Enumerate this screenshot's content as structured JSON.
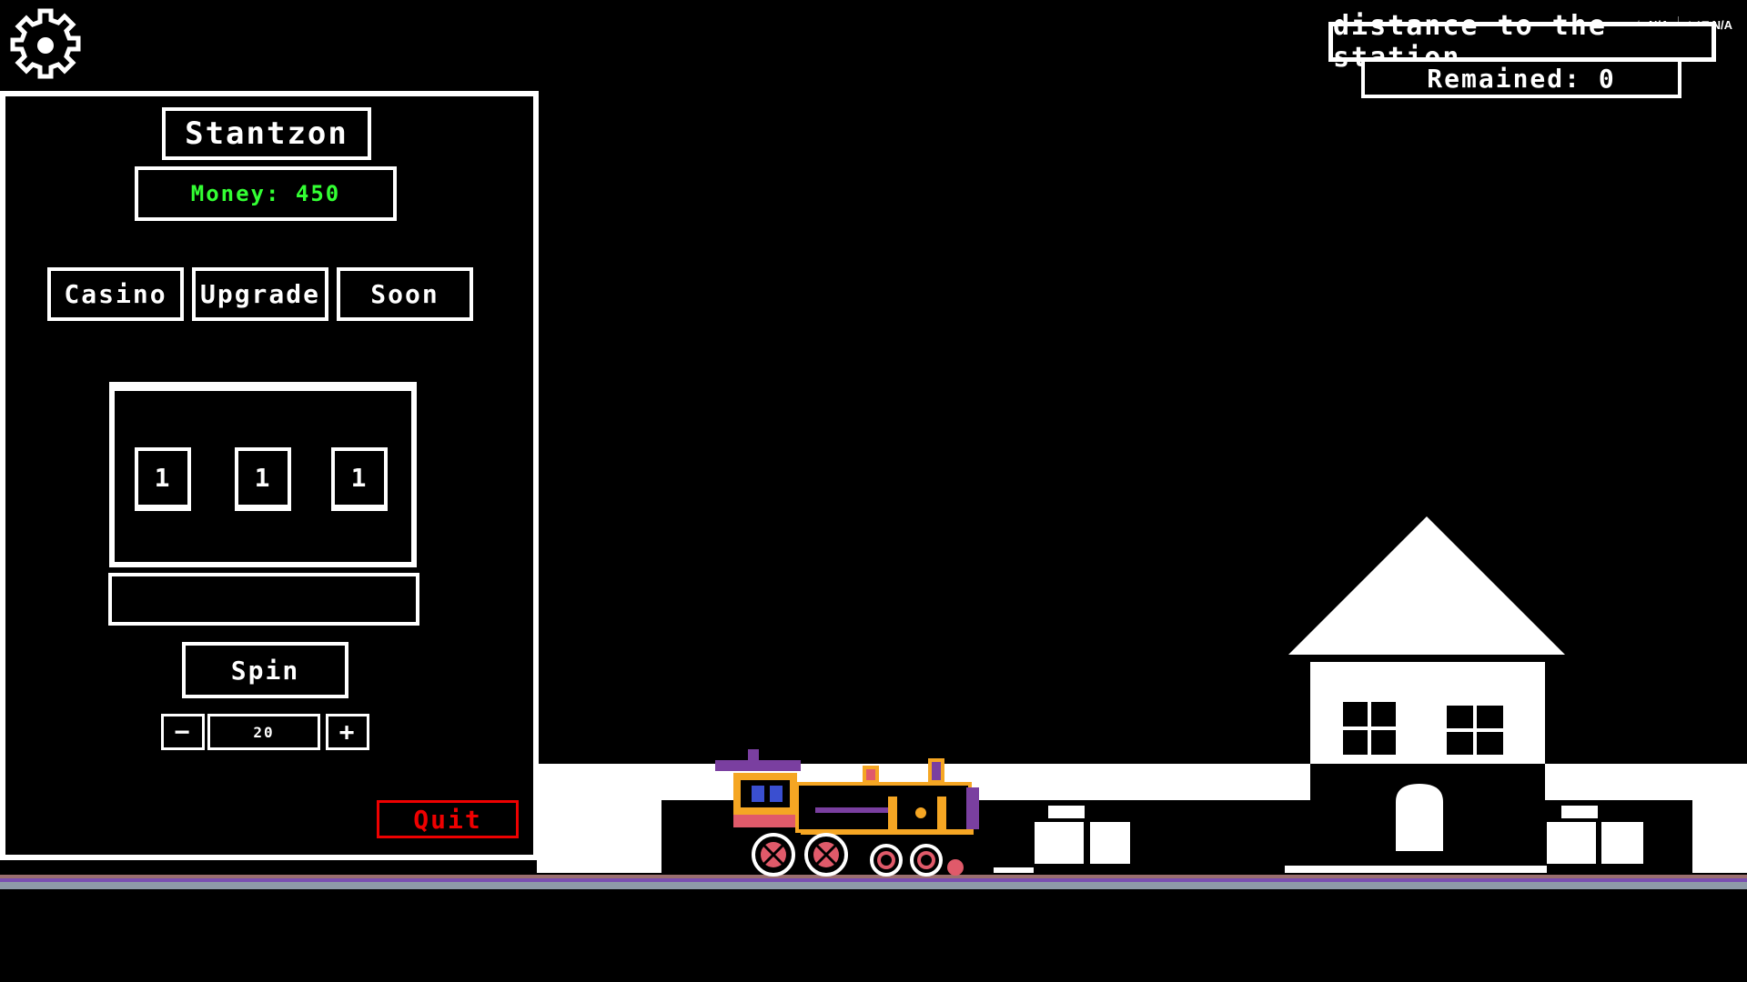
{
  "hud": {
    "fps_label": "кадров/с",
    "fps_value": "N/A",
    "lat_label": "LAT",
    "lat_value": "N/A"
  },
  "panel": {
    "title": "Stantzon",
    "money": "Money: 450",
    "tabs": [
      "Casino",
      "Upgrade",
      "Soon"
    ],
    "reels": [
      "1",
      "1",
      "1"
    ],
    "result_text": "",
    "spin_label": "Spin",
    "minus_label": "−",
    "plus_label": "+",
    "bet_value": "20",
    "quit_label": "Quit"
  },
  "distance": {
    "title": "distance to the station",
    "remained": "Remained: 0"
  },
  "colors": {
    "money": "#33ff33",
    "quit": "#ee0000",
    "train_body": "#f5a623",
    "train_trim": "#7a3fa0"
  }
}
